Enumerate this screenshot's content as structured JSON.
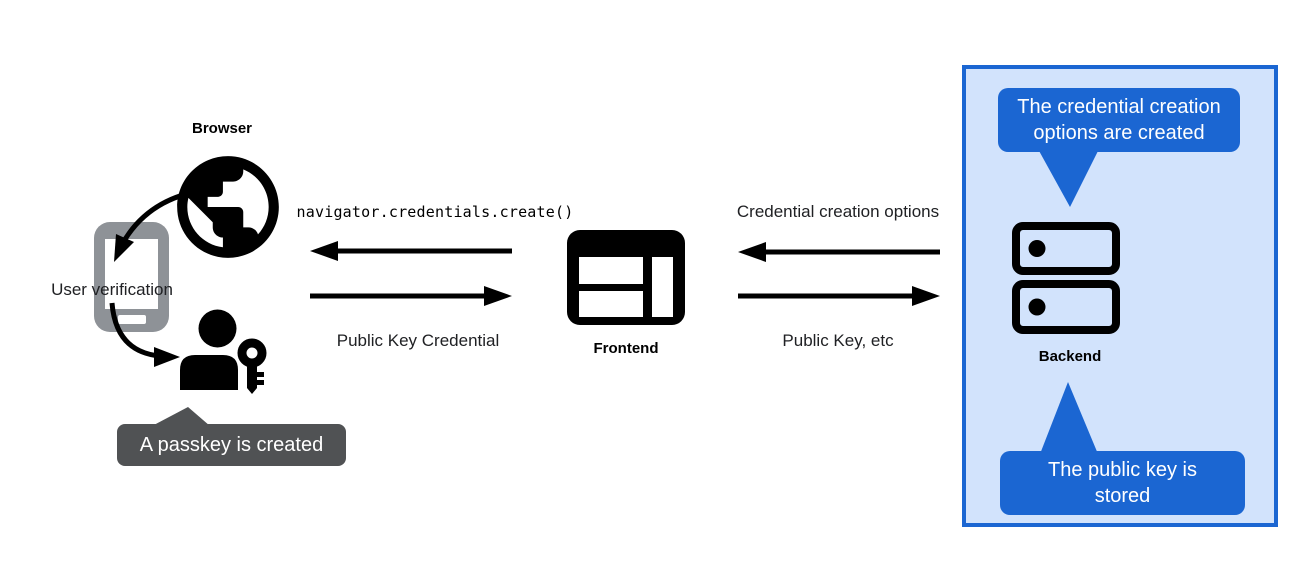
{
  "left_group": {
    "browser_label": "Browser",
    "user_verification_label": "User verification",
    "passkey_callout_text": "A passkey is created"
  },
  "frontend_group": {
    "code_call": "navigator.credentials.create()",
    "response_label": "Public Key Credential",
    "frontend_label": "Frontend"
  },
  "backend_group": {
    "request_label": "Credential creation options",
    "response_label": "Public Key, etc",
    "backend_label": "Backend",
    "creation_callout_text": "The credential creation options are created",
    "stored_callout_text": "The public key is stored"
  },
  "icons": {
    "globe": "globe-icon",
    "phone": "smartphone-icon",
    "user_key": "user-with-key-icon",
    "frontend": "browser-window-icon",
    "backend": "server-stack-icon"
  },
  "colors": {
    "accent_blue": "#1b66d2",
    "panel_blue_bg": "#d2e3fc",
    "callout_gray": "#505254",
    "phone_gray": "#8e9297",
    "text_dark": "#202124",
    "icon_black": "#000000",
    "callout_text": "#ffffff"
  }
}
